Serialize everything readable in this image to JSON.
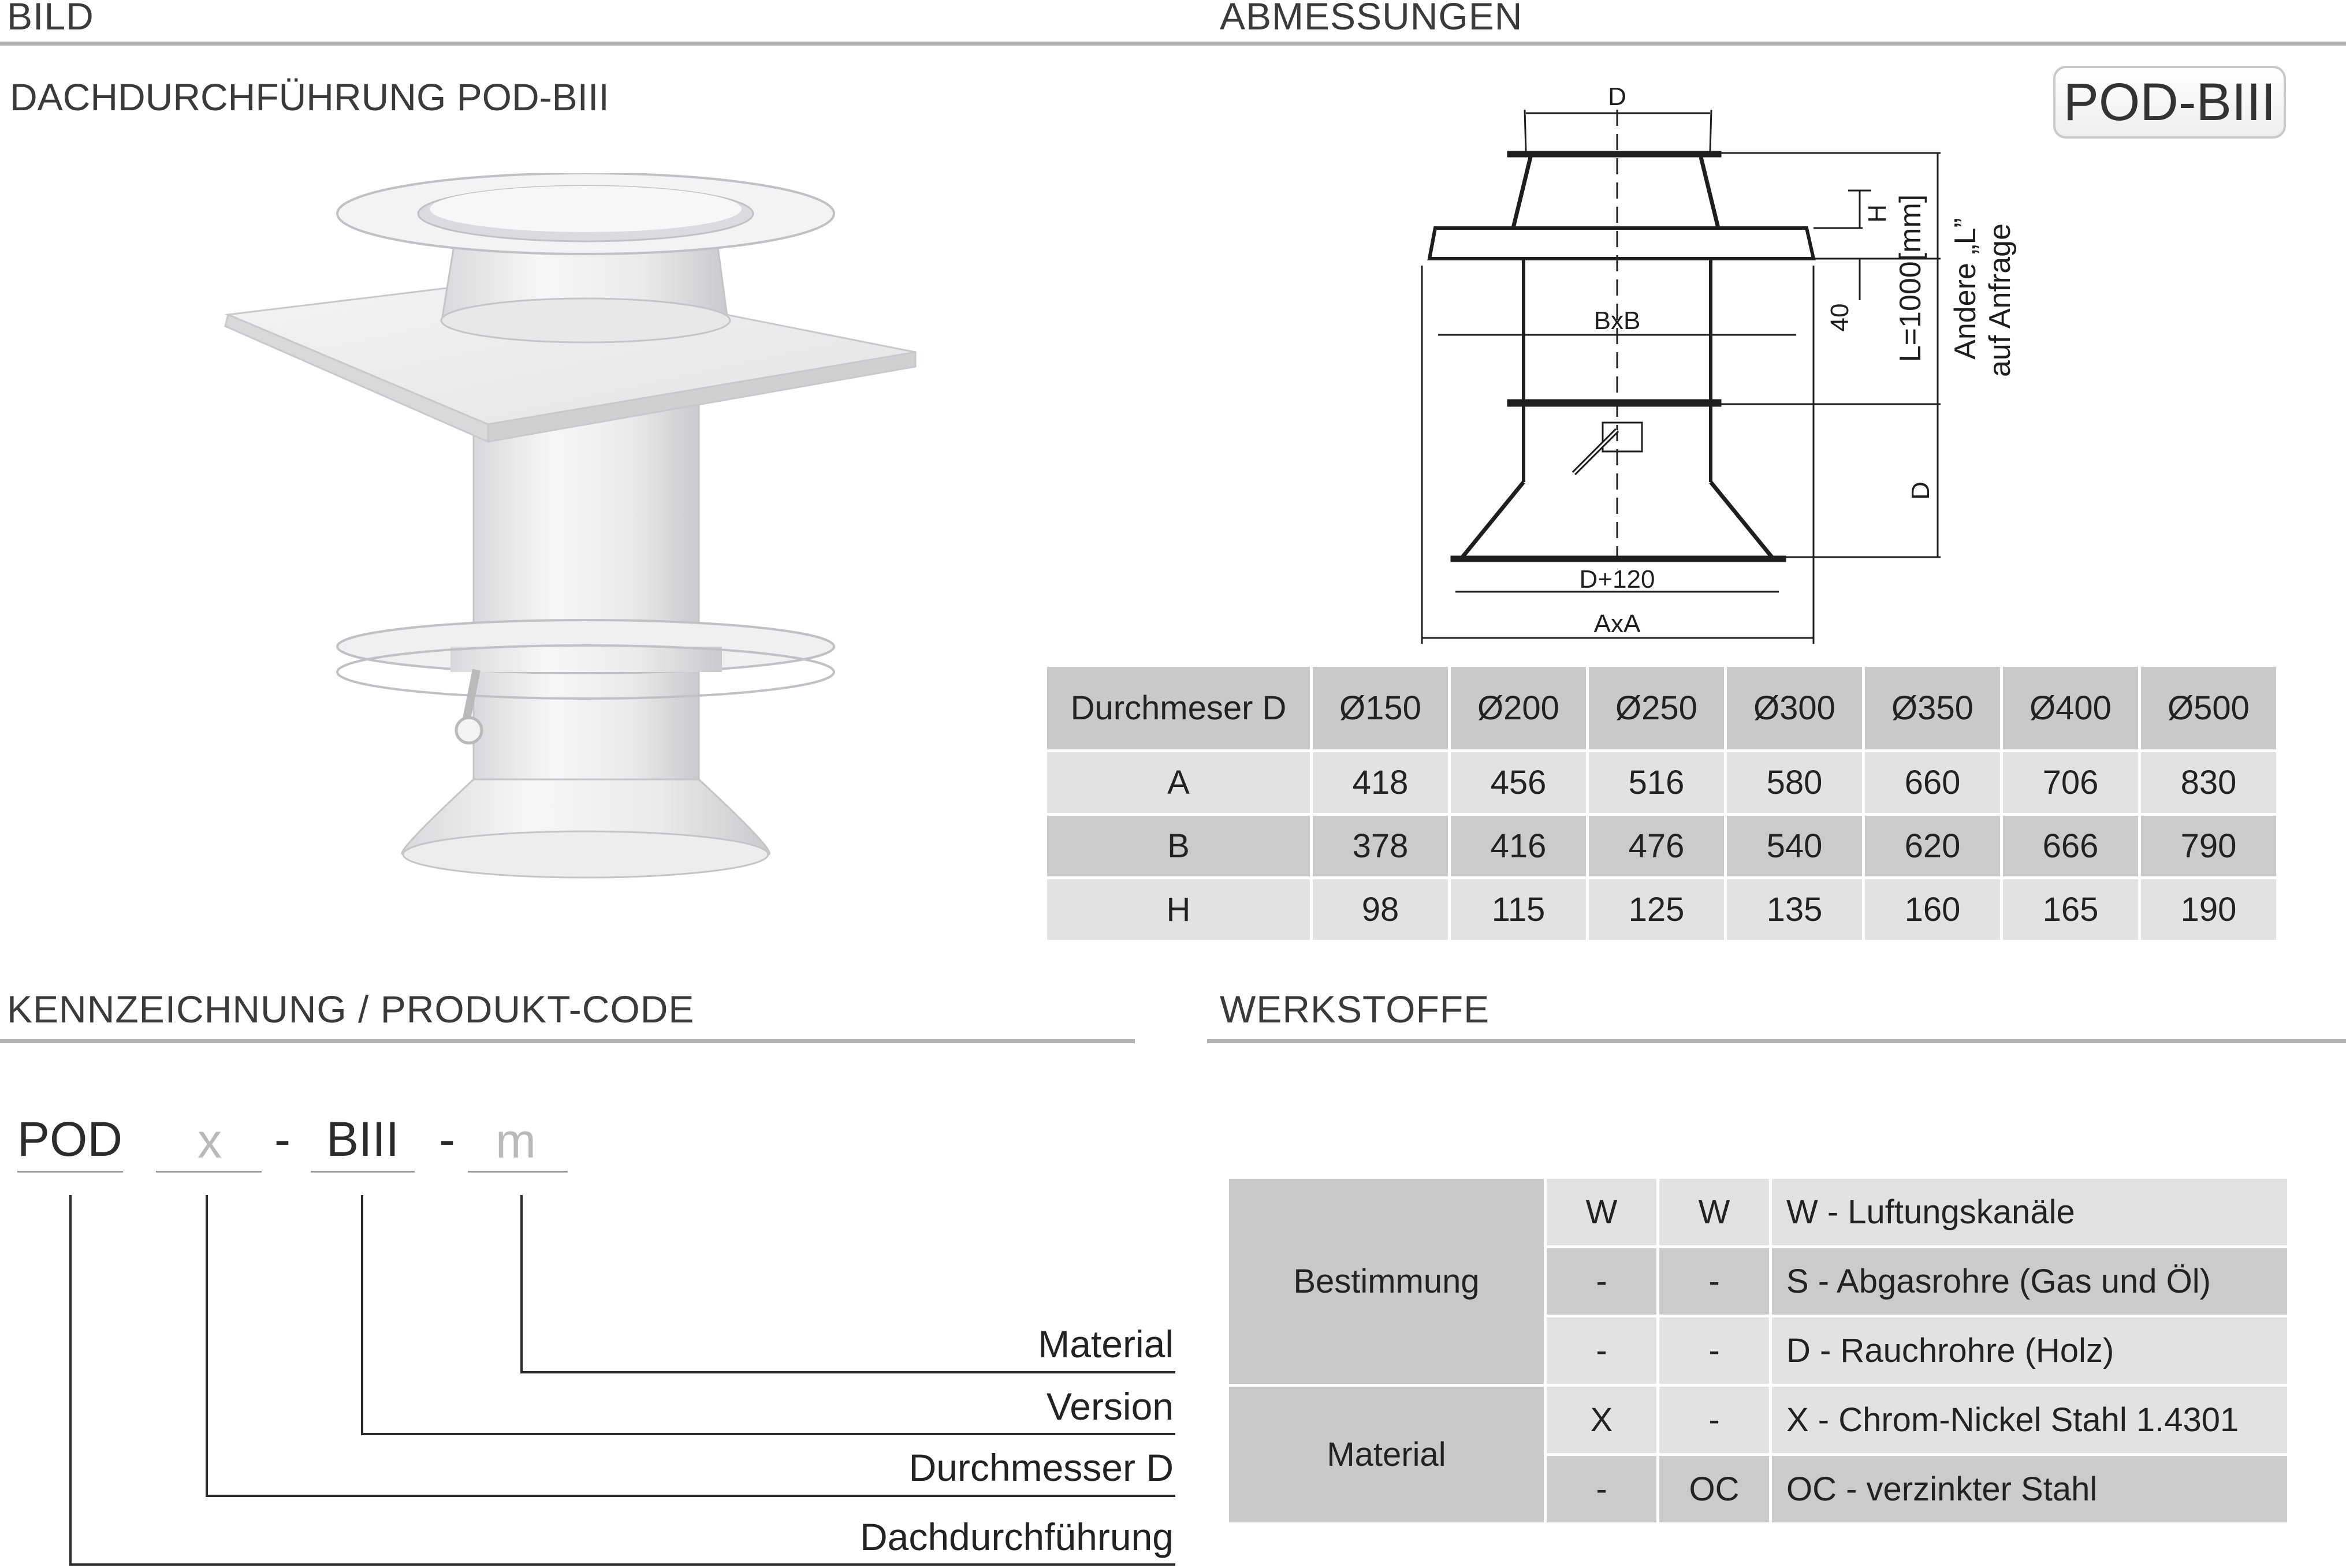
{
  "sections": {
    "bild": "BILD",
    "abmessungen": "ABMESSUNGEN",
    "kennzeichnung": "KENNZEICHNUNG  / PRODUKT-CODE",
    "werkstoffe": "WERKSTOFFE"
  },
  "product_title": "DACHDURCHFÜHRUNG POD-BIII",
  "badge": "POD-BIII",
  "drawing_labels": {
    "d_top": "D",
    "h": "H",
    "forty": "40",
    "bxb": "BxB",
    "l_length": "L=1000[mm]",
    "andere_l": "Andere „L”",
    "auf_anfrage": "auf Anfrage",
    "d_side": "D",
    "d_plus_120": "D+120",
    "axa": "AxA"
  },
  "dimension_table": {
    "header_label": "Durchmeser D",
    "diameters": [
      "Ø150",
      "Ø200",
      "Ø250",
      "Ø300",
      "Ø350",
      "Ø400",
      "Ø500"
    ],
    "rows": [
      {
        "label": "A",
        "values": [
          "418",
          "456",
          "516",
          "580",
          "660",
          "706",
          "830"
        ]
      },
      {
        "label": "B",
        "values": [
          "378",
          "416",
          "476",
          "540",
          "620",
          "666",
          "790"
        ]
      },
      {
        "label": "H",
        "values": [
          "98",
          "115",
          "125",
          "135",
          "160",
          "165",
          "190"
        ]
      }
    ]
  },
  "product_code": {
    "parts": {
      "pod": "POD",
      "x": "x",
      "biii": "BIII",
      "m": "m"
    },
    "separator": "-",
    "legend": {
      "material": "Material",
      "version": "Version",
      "durchmesser": "Durchmesser D",
      "dachdurchfuehrung": "Dachdurchführung"
    }
  },
  "materials_table": {
    "bestimmung_label": "Bestimmung",
    "material_label": "Material",
    "rows": [
      {
        "c1": "W",
        "c2": "W",
        "desc": "W - Luftungskanäle"
      },
      {
        "c1": "-",
        "c2": "-",
        "desc": "S - Abgasrohre (Gas und Öl)"
      },
      {
        "c1": "-",
        "c2": "-",
        "desc": "D - Rauchrohre (Holz)"
      },
      {
        "c1": "X",
        "c2": "-",
        "desc": "X - Chrom-Nickel Stahl 1.4301"
      },
      {
        "c1": "-",
        "c2": "OC",
        "desc": "OC -  verzinkter Stahl"
      }
    ]
  }
}
